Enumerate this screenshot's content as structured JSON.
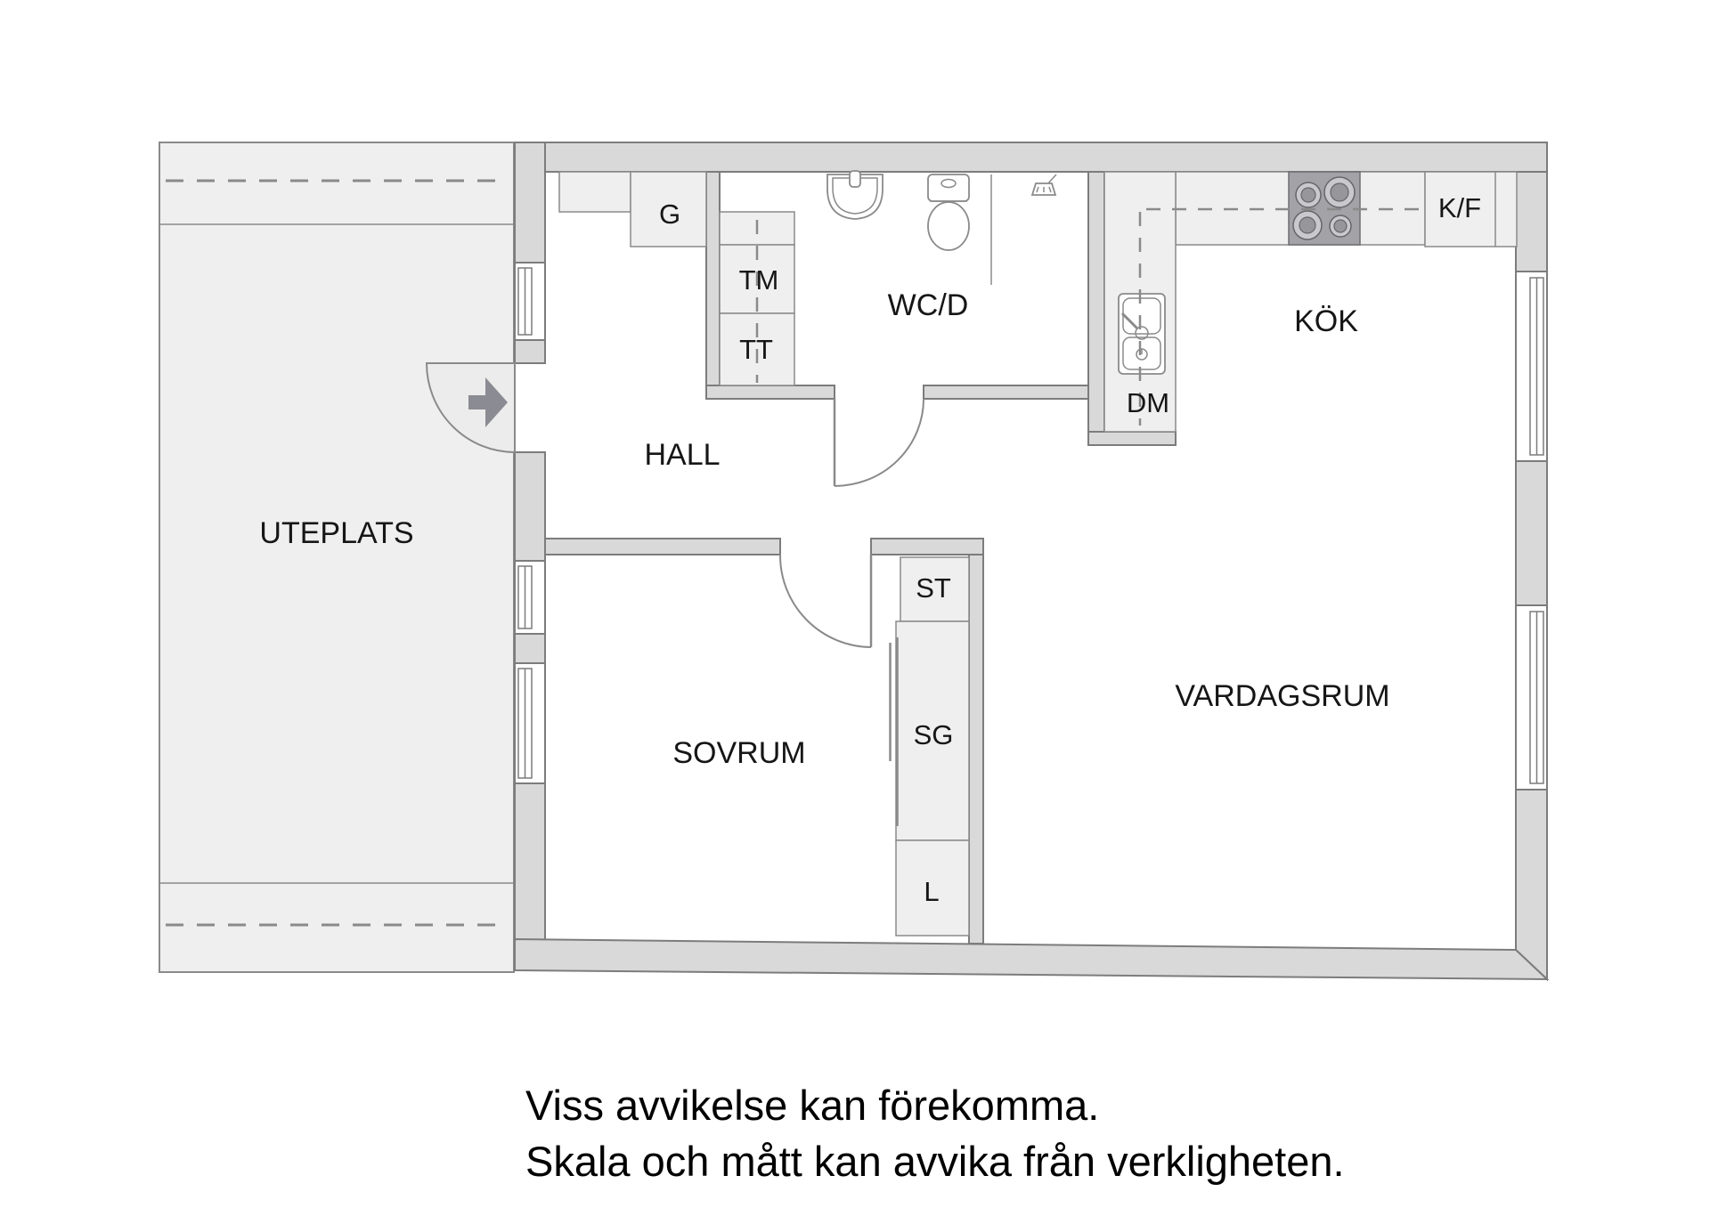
{
  "floorplan": {
    "labels": {
      "uteplats": "UTEPLATS",
      "hall": "HALL",
      "wcd": "WC/D",
      "kok": "KÖK",
      "vardagsrum": "VARDAGSRUM",
      "sovrum": "SOVRUM",
      "g": "G",
      "tm": "TM",
      "tt": "TT",
      "dm": "DM",
      "kf": "K/F",
      "st": "ST",
      "sg": "SG",
      "l": "L"
    },
    "disclaimer": {
      "line1": "Viss avvikelse kan förekomma.",
      "line2": "Skala och mått kan avvika från verkligheten."
    },
    "colors": {
      "wall": "#d9d9d9",
      "line": "#7c7c7c",
      "line2": "#8a8a8a",
      "area": "#efefef",
      "pie": "#ececec",
      "arrow": "#8b8b93",
      "appl": "#a3a3a7",
      "text": "#161616"
    }
  }
}
